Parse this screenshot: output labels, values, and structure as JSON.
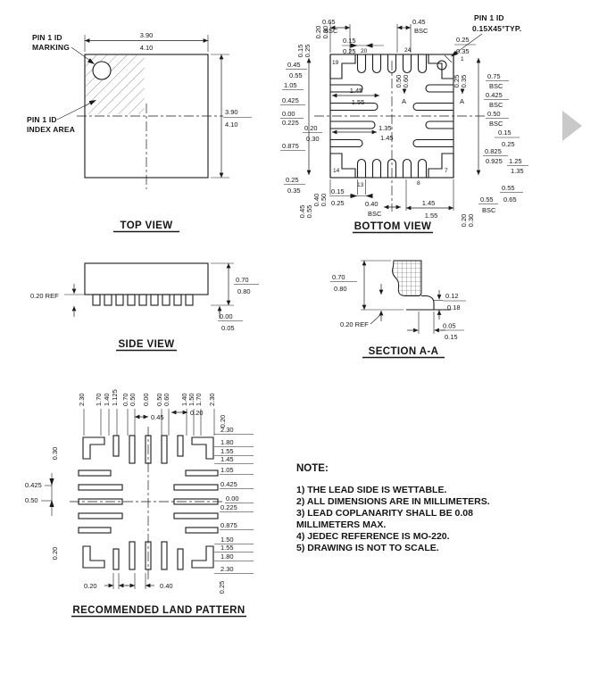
{
  "artifact": {
    "color": "#c9c9c9"
  },
  "titles": {
    "top_view": "TOP VIEW",
    "bottom_view": "BOTTOM VIEW",
    "side_view": "SIDE VIEW",
    "section": "SECTION A-A",
    "land": "RECOMMENDED LAND PATTERN"
  },
  "top_view": {
    "marking_l1": "PIN 1 ID",
    "marking_l2": "MARKING",
    "index_l1": "PIN 1 ID",
    "index_l2": "INDEX AREA",
    "w_top": "3.90",
    "w_bot": "4.10",
    "h_top": "3.90",
    "h_bot": "4.10"
  },
  "bottom_view": {
    "pin1_l1": "PIN 1 ID",
    "pin1_l2": "0.15X45°TYP.",
    "chamfer_top": "0.25",
    "chamfer_bot": "0.35",
    "pitch_l_top": "0.65",
    "pitch_l_bot": "BSC",
    "pitch_r_top": "0.45",
    "pitch_r_bot": "BSC",
    "lead_top_a": "0.15",
    "lead_top_b": "0.25",
    "rot_a1": "0.15",
    "rot_a2": "0.25",
    "rot_b1": "0.20",
    "rot_b2": "0.30",
    "p1": "1",
    "p7": "7",
    "p8": "8",
    "p13": "13",
    "p14": "14",
    "p19": "19",
    "p20": "20",
    "p24": "24",
    "rot_c1": "0.50",
    "rot_c2": "0.60",
    "rot_d1": "0.25",
    "rot_d2": "0.35",
    "sec_a": "A",
    "r1a": "0.75",
    "r1b": "BSC",
    "r2a": "0.425",
    "r2b": "BSC",
    "r3a": "0.50",
    "r3b": "BSC",
    "r4a": "0.15",
    "r4b": "0.25",
    "r5a": "0.825",
    "r5b": "0.925",
    "r6a": "1.25",
    "r6b": "1.35",
    "r7a": "0.55",
    "r7b": "0.65",
    "r8a": "0.55",
    "r8b": "BSC",
    "rot_e1": "0.20",
    "rot_e2": "0.30",
    "l1a": "0.45",
    "l1b": "0.55",
    "l2": "1.05",
    "l3": "0.425",
    "l4": "0.00",
    "l5": "0.225",
    "l6a": "0.20",
    "l6b": "0.30",
    "l7": "0.875",
    "l8a": "0.25",
    "l8b": "0.35",
    "c1a": "1.45",
    "c1b": "1.55",
    "c2a": "1.35",
    "c2b": "1.45",
    "rot_f1": "0.40",
    "rot_f2": "0.50",
    "rot_g1": "0.45",
    "rot_g2": "0.55",
    "b1a": "0.15",
    "b1b": "0.25",
    "b2a": "0.40",
    "b2b": "BSC",
    "b3a": "1.45",
    "b3b": "1.55"
  },
  "side_view": {
    "ref": "0.20 REF",
    "h_top": "0.70",
    "h_bot": "0.80",
    "s_top": "0.00",
    "s_bot": "0.05"
  },
  "section": {
    "h_top": "0.70",
    "h_bot": "0.80",
    "ref": "0.20 REF",
    "f_top": "0.12",
    "f_bot": "0.18",
    "w_top": "0.05",
    "w_bot": "0.15"
  },
  "land": {
    "top_ords": [
      "2.30",
      "1.70",
      "1.40",
      "1.125",
      "0.70",
      "0.50",
      "0.00",
      "0.50",
      "0.60",
      "1.40",
      "1.50",
      "1.70",
      "2.30"
    ],
    "right_ords": [
      "2.30",
      "1.80",
      "1.55",
      "1.45",
      "1.05",
      "0.425",
      "0.00",
      "0.225",
      "0.875",
      "1.50",
      "1.55",
      "1.80",
      "2.30"
    ],
    "d045": "0.45",
    "d020_top": "0.20",
    "d020_rot_right": "0.20",
    "d030": "0.30",
    "d0425": "0.425",
    "d050": "0.50",
    "d020_rot_left": "0.20",
    "d020_bottom": "0.20",
    "d040": "0.40",
    "d025": "0.25"
  },
  "note": {
    "heading": "NOTE:",
    "lines": [
      "1) THE LEAD SIDE IS WETTABLE.",
      "2) ALL DIMENSIONS ARE IN MILLIMETERS.",
      "3) LEAD COPLANARITY SHALL BE 0.08",
      "MILLIMETERS MAX.",
      "4) JEDEC REFERENCE IS MO-220.",
      "5) DRAWING IS NOT TO SCALE."
    ]
  }
}
